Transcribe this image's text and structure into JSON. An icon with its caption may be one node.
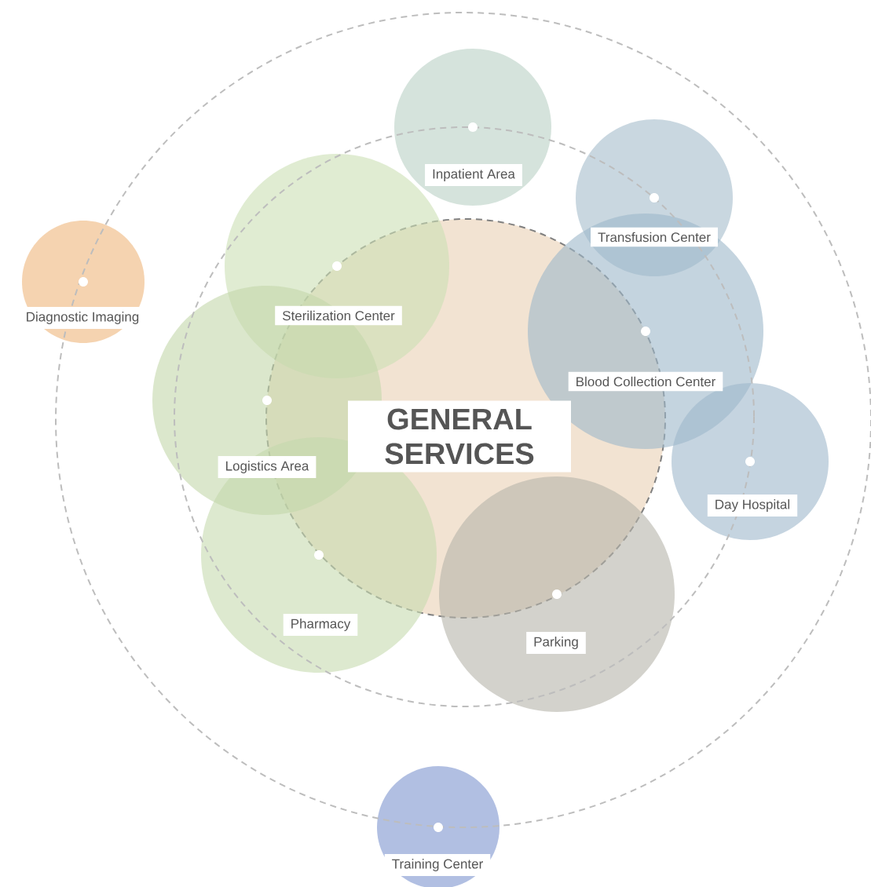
{
  "diagram": {
    "nodes": [
      {
        "text": [
          "GENERAL SERVICES"
        ]
      },
      {
        "text": [
          "Inpatient Area"
        ]
      },
      {
        "text": [
          "Transfusion Center"
        ]
      },
      {
        "text": [
          "Diagnostic Imaging"
        ]
      },
      {
        "text": [
          "Sterilization Center"
        ]
      },
      {
        "text": [
          "Blood Collection Center"
        ]
      },
      {
        "text": [
          "Logistics Area"
        ]
      },
      {
        "text": [
          "Day Hospital"
        ]
      },
      {
        "text": [
          "Pharmacy"
        ]
      },
      {
        "text": [
          "Parking"
        ]
      },
      {
        "text": [
          "Training Center"
        ]
      }
    ]
  }
}
